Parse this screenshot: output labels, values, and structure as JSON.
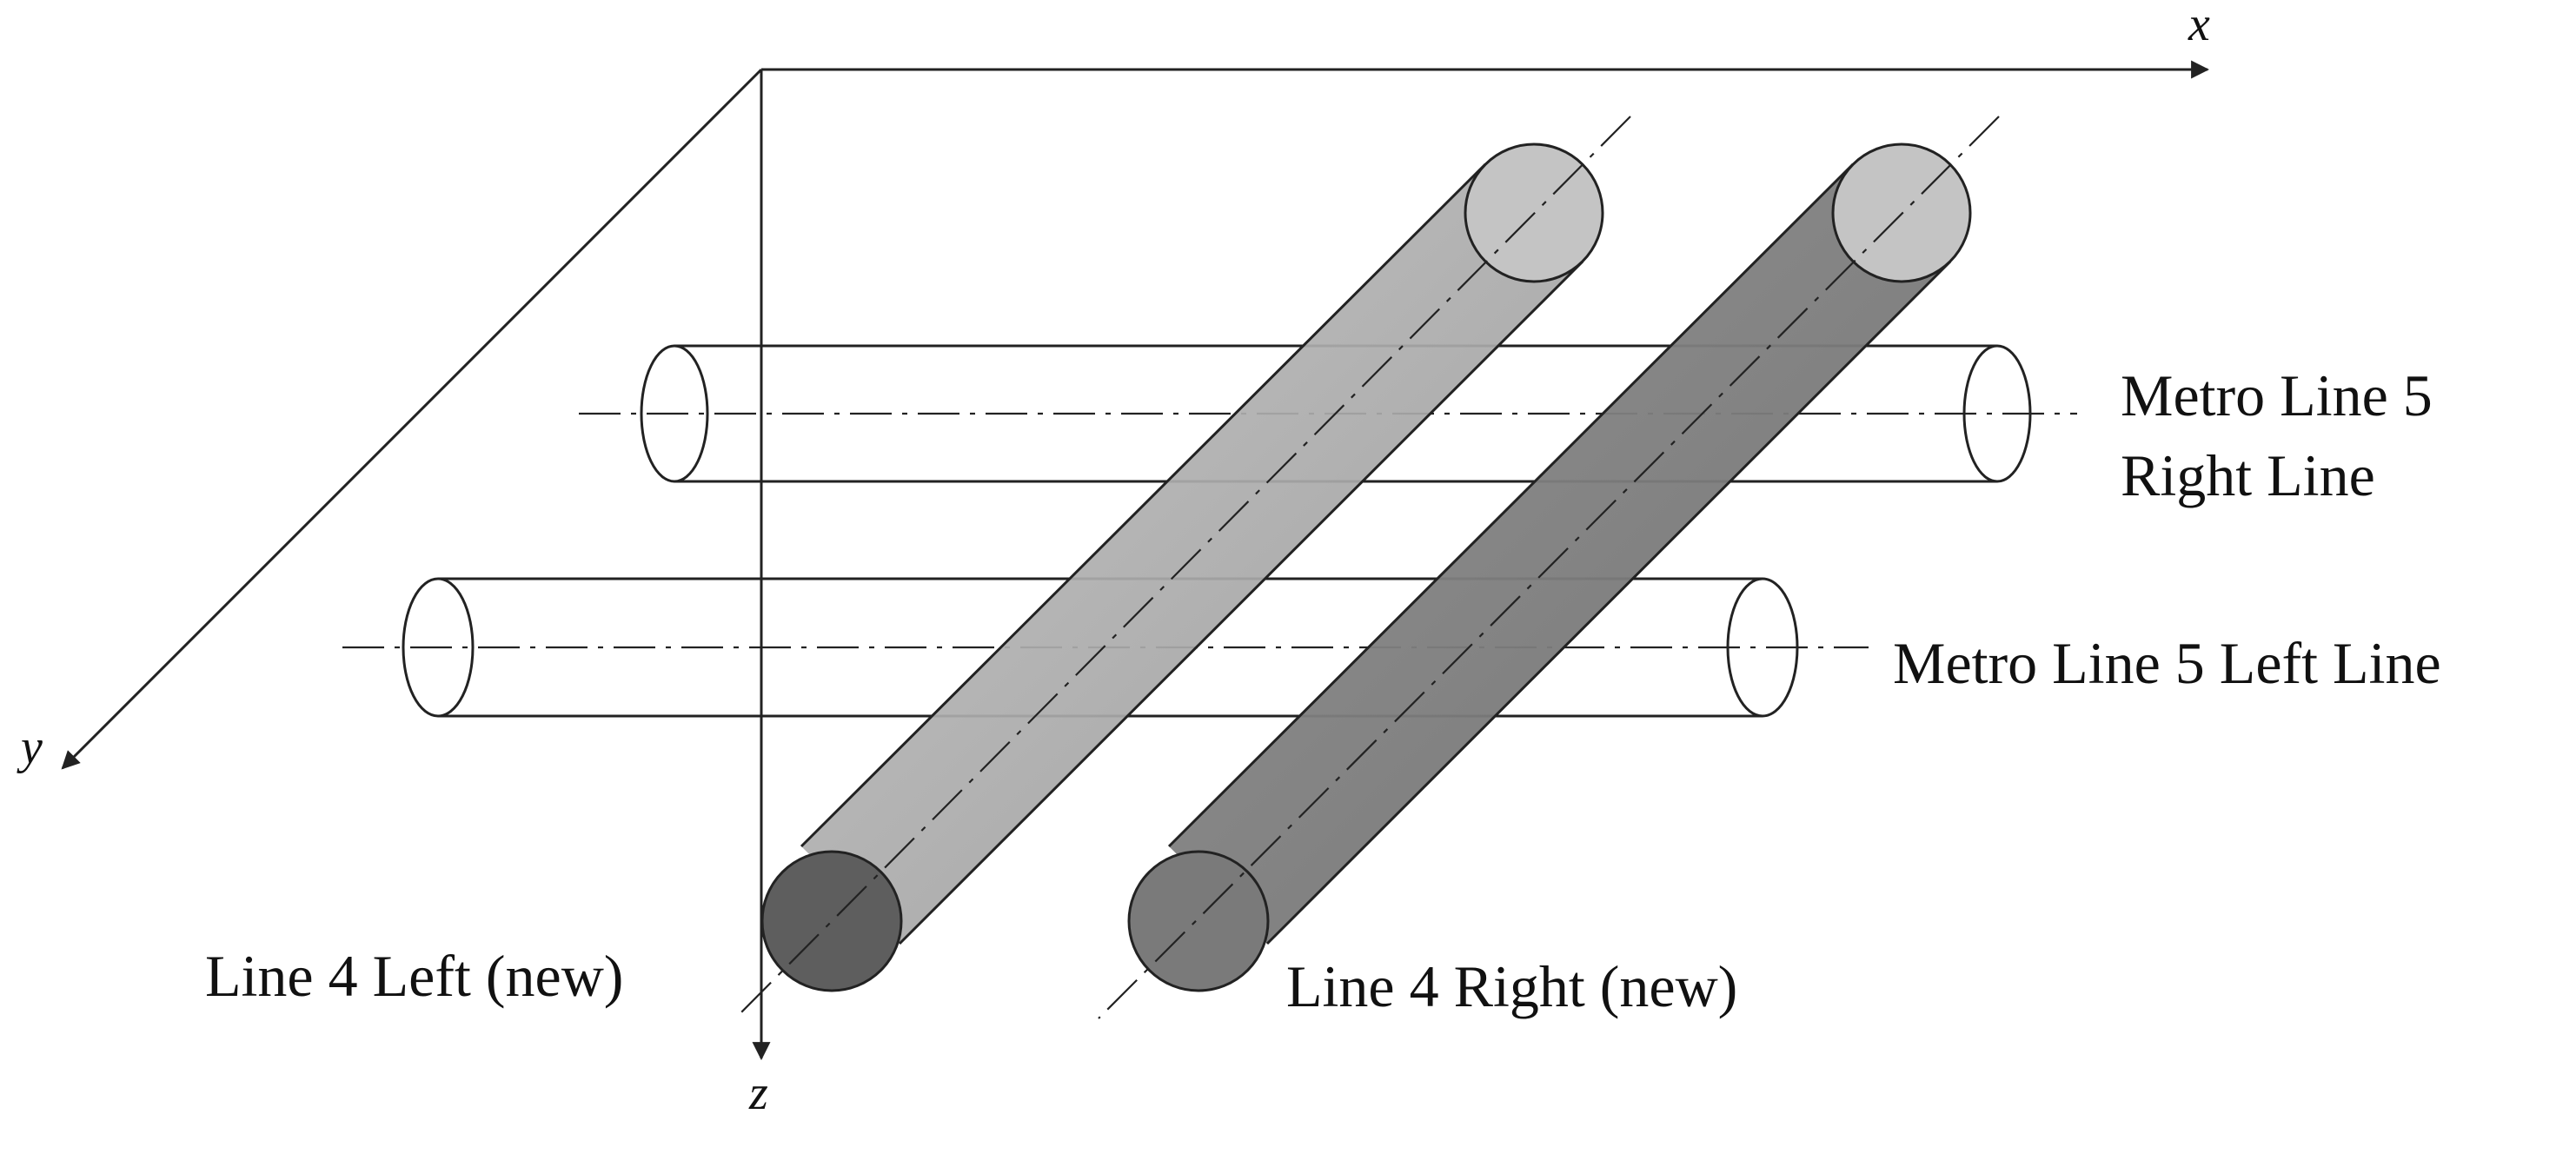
{
  "axes": {
    "x": "x",
    "y": "y",
    "z": "z"
  },
  "tunnels": {
    "metro5_right": "Metro Line 5\nRight Line",
    "metro5_right_line1": "Metro Line 5",
    "metro5_right_line2": "Right Line",
    "metro5_left": "Metro Line 5 Left Line",
    "line4_left": "Line 4 Left (new)",
    "line4_right": "Line 4 Right (new)"
  },
  "colors": {
    "line4_left_body": "#a8a8a8",
    "line4_right_body": "#7c7c7c",
    "line4_left_near_end": "#5e5e5e",
    "line4_right_near_end": "#7a7a7a",
    "far_end": "#c4c4c4",
    "outline": "#222222"
  }
}
